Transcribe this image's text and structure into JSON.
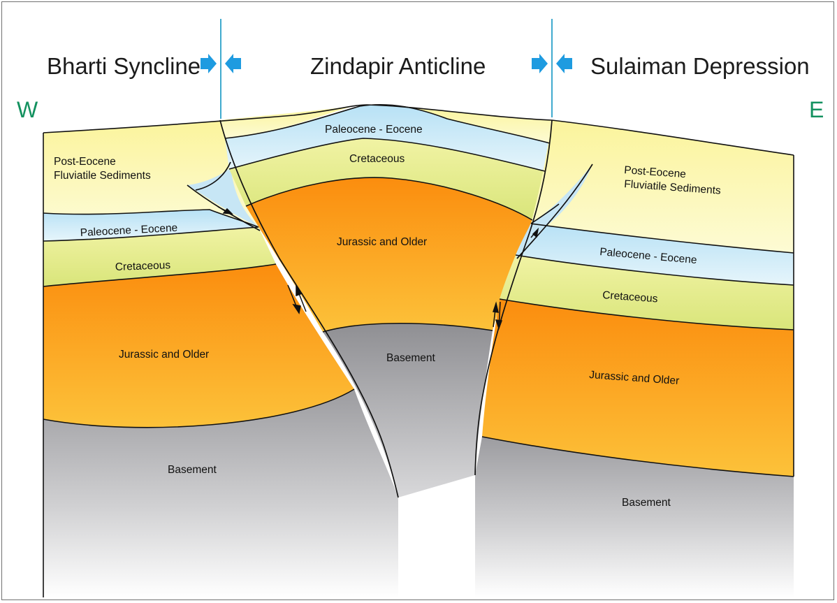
{
  "regions": {
    "west": "Bharti Syncline",
    "center": "Zindapir Anticline",
    "east": "Sulaiman Depression"
  },
  "directions": {
    "west": "W",
    "east": "E"
  },
  "units": {
    "post_eocene_west_1": "Post-Eocene",
    "post_eocene_west_2": "Fluviatile Sediments",
    "post_eocene_east_1": "Post-Eocene",
    "post_eocene_east_2": "Fluviatile Sediments",
    "paleocene_west": "Paleocene - Eocene",
    "paleocene_center": "Paleocene - Eocene",
    "paleocene_east": "Paleocene - Eocene",
    "cretaceous_west": "Cretaceous",
    "cretaceous_center": "Cretaceous",
    "cretaceous_east": "Cretaceous",
    "jurassic_west": "Jurassic and Older",
    "jurassic_center": "Jurassic and Older",
    "jurassic_east": "Jurassic and Older",
    "basement_west": "Basement",
    "basement_center": "Basement",
    "basement_east": "Basement"
  },
  "colors": {
    "post_eocene": "#fbf7b3",
    "paleocene_eocene": "#c9e8f6",
    "cretaceous": "#e4eb8e",
    "jurassic_top": "#fb8d0e",
    "jurassic_bottom": "#fcc23a",
    "basement": "#9f9fa3",
    "compression_arrow": "#1e9be0",
    "marker_line": "#2aa0c8",
    "direction_label": "#13915f"
  },
  "icons": {
    "compression_west": "compression-arrows-icon",
    "compression_east": "compression-arrows-icon"
  }
}
